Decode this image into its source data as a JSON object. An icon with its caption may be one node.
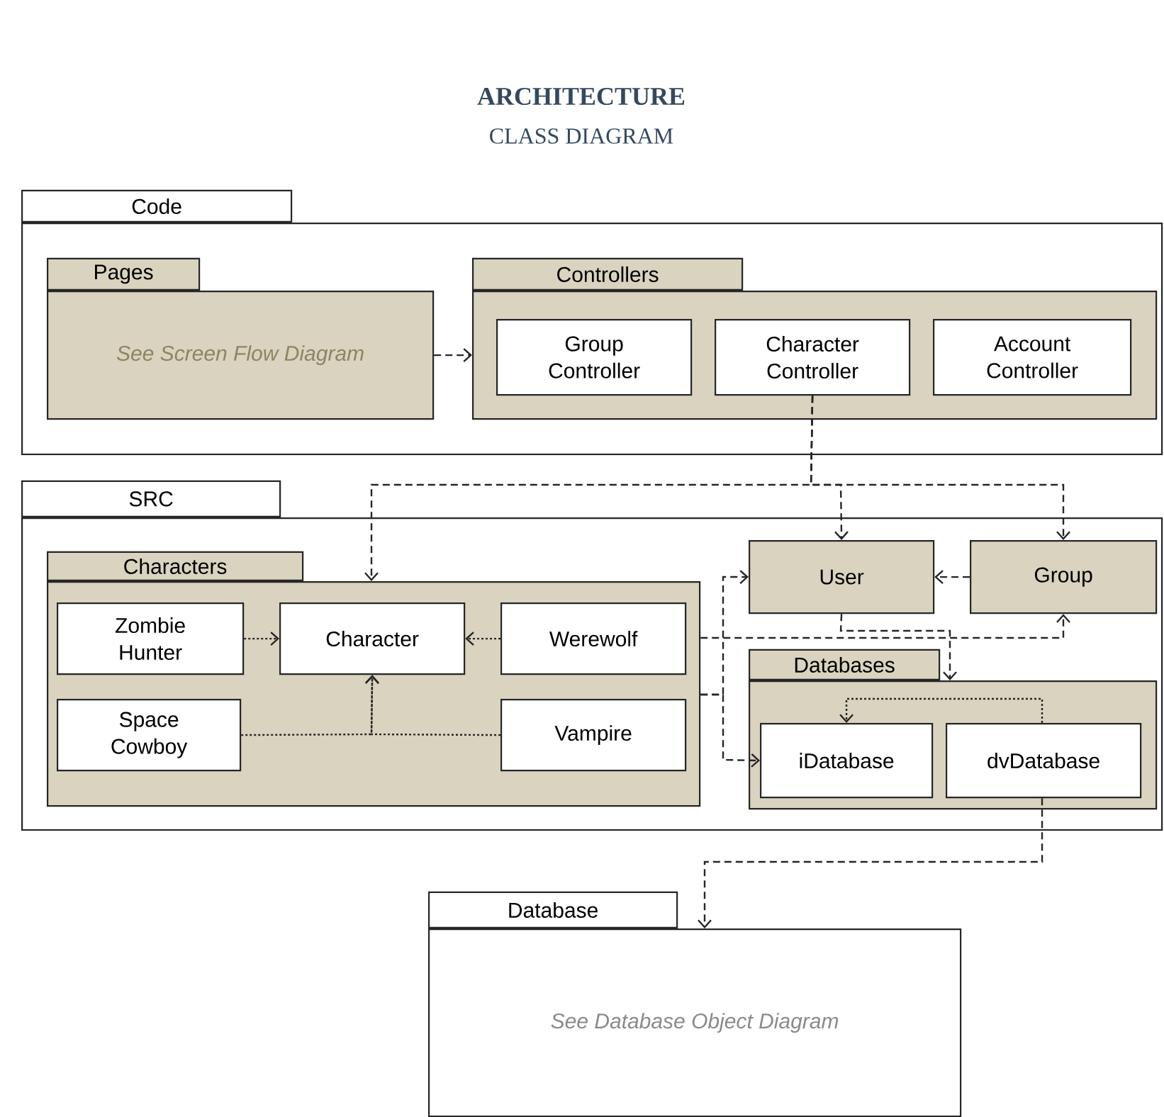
{
  "diagram": {
    "title": "ARCHITECTURE",
    "nodes": [
      {
        "text": [
          "Code"
        ]
      },
      {
        "text": [
          "Pages",
          "See Screen Flow Diagram"
        ],
        "in": 0
      },
      {
        "text": [
          "Controllers"
        ],
        "in": 0
      },
      {
        "text": [
          "Group Controller"
        ],
        "in": 2
      },
      {
        "text": [
          "Character Controller"
        ],
        "in": 2
      },
      {
        "text": [
          "Account Controller"
        ],
        "in": 2
      },
      {
        "text": [
          "SRC"
        ]
      },
      {
        "text": [
          "Characters"
        ],
        "in": 6
      },
      {
        "text": [
          "Zombie Hunter"
        ],
        "in": 7
      },
      {
        "text": [
          "Character"
        ],
        "in": 7
      },
      {
        "text": [
          "Werewolf"
        ],
        "in": 7
      },
      {
        "text": [
          "Space Cowboy"
        ],
        "in": 7
      },
      {
        "text": [
          "Vampire"
        ],
        "in": 7
      },
      {
        "text": [
          "User"
        ],
        "in": 6
      },
      {
        "text": [
          "Group"
        ],
        "in": 6
      },
      {
        "text": [
          "Databases"
        ],
        "in": 6
      },
      {
        "text": [
          "iDatabase"
        ],
        "in": 15
      },
      {
        "text": [
          "dvDatabase"
        ],
        "in": 15
      },
      {
        "text": [
          "Database",
          "See Database Object Diagram"
        ]
      }
    ],
    "edges": [
      {
        "from": 1,
        "to": 2,
        "arrow": "to",
        "style": "dashed"
      },
      {
        "from": 4,
        "to": 7,
        "arrow": "to",
        "style": "dashed"
      },
      {
        "from": 4,
        "to": 13,
        "arrow": "to",
        "style": "dashed"
      },
      {
        "from": 4,
        "to": 14,
        "arrow": "to",
        "style": "dashed"
      },
      {
        "from": 8,
        "to": 9,
        "arrow": "to"
      },
      {
        "from": 10,
        "to": 9,
        "arrow": "to"
      },
      {
        "from": 11,
        "to": 9,
        "arrow": "to"
      },
      {
        "from": 12,
        "to": 9,
        "arrow": "to"
      },
      {
        "from": 14,
        "to": 13,
        "arrow": "to",
        "style": "dashed"
      },
      {
        "from": 7,
        "to": 13,
        "arrow": "to",
        "style": "dashed"
      },
      {
        "from": 7,
        "to": 16,
        "arrow": "to",
        "style": "dashed"
      },
      {
        "from": 7,
        "to": 14,
        "arrow": "to",
        "style": "dashed"
      },
      {
        "from": 13,
        "to": 15,
        "arrow": "to",
        "style": "dashed"
      },
      {
        "from": 17,
        "to": 16,
        "arrow": "to"
      },
      {
        "from": 17,
        "to": 18,
        "arrow": "to",
        "style": "dashed"
      }
    ],
    "labels": [
      "CLASS DIAGRAM"
    ]
  }
}
